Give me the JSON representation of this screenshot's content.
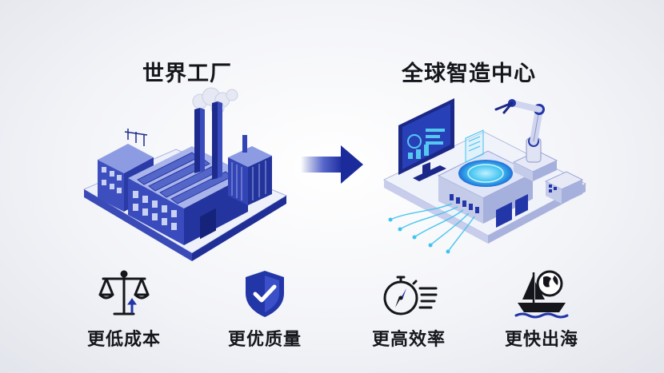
{
  "left_title": "世界工厂",
  "right_title": "全球智造中心",
  "benefits": [
    {
      "label": "更低成本",
      "icon": "scales-icon"
    },
    {
      "label": "更优质量",
      "icon": "shield-check-icon"
    },
    {
      "label": "更高效率",
      "icon": "stopwatch-icon"
    },
    {
      "label": "更快出海",
      "icon": "ship-globe-icon"
    }
  ],
  "colors": {
    "primary_blue": "#2336a8",
    "light_blue": "#6e7fd6",
    "pale_blue": "#c9d1f2",
    "dark_text": "#15161c",
    "cyan_glow": "#3fc3f0"
  }
}
